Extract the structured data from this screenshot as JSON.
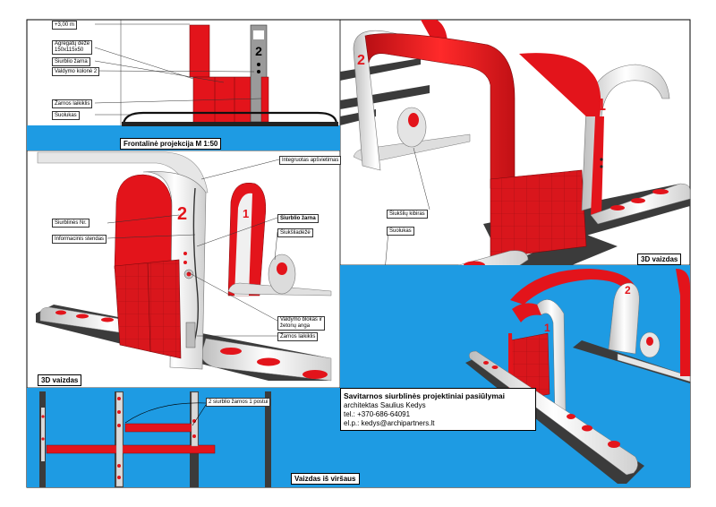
{
  "frontal": {
    "height_mark": "+3,00 m",
    "aggregate": "Agregatų dėžė\n150x115x50",
    "hose": "Siurblio žarna",
    "control_column": "Valdymo kolonė 2",
    "hose_holder": "Žarnos laikiklis",
    "bench": "Suolukas",
    "caption": "Frontalinė projekcija M 1:50"
  },
  "view3d_a": {
    "canopy": "Integruotas apšvietimas",
    "pump_no": "Siurblinės Nr.",
    "info_stand": "Informacinis stendas",
    "pump_hose": "Siurblio žarna",
    "trash": "Šiukšliadėžė",
    "control_block": "Valdymo blokas ir\nžetonų anga",
    "hose_holder": "Žarnos laikiklis",
    "caption": "3D vaizdas",
    "num_front": "2",
    "num_back": "1"
  },
  "view3d_b": {
    "bucket": "Šiukšlių kibiras",
    "bench": "Suolukas",
    "caption": "3D vaizdas",
    "num_left": "2",
    "num_right": "1"
  },
  "view3d_c": {
    "num_left": "1",
    "num_right": "2"
  },
  "top_view": {
    "note": "2 siurblio žarnos 1 postui",
    "caption": "Vaizdas iš viršaus"
  },
  "title_block": {
    "title": "Savitarnos siurblinės projektiniai pasiūlymai",
    "author": "architektas Saulius Kedys",
    "phone": "tel.: +370-686-64091",
    "email": "el.p.: kedys@archipartners.lt"
  },
  "colors": {
    "red": "#e3141b",
    "blue": "#1e9be3",
    "grey": "#d9d9d9",
    "dark": "#3b3b3b"
  }
}
